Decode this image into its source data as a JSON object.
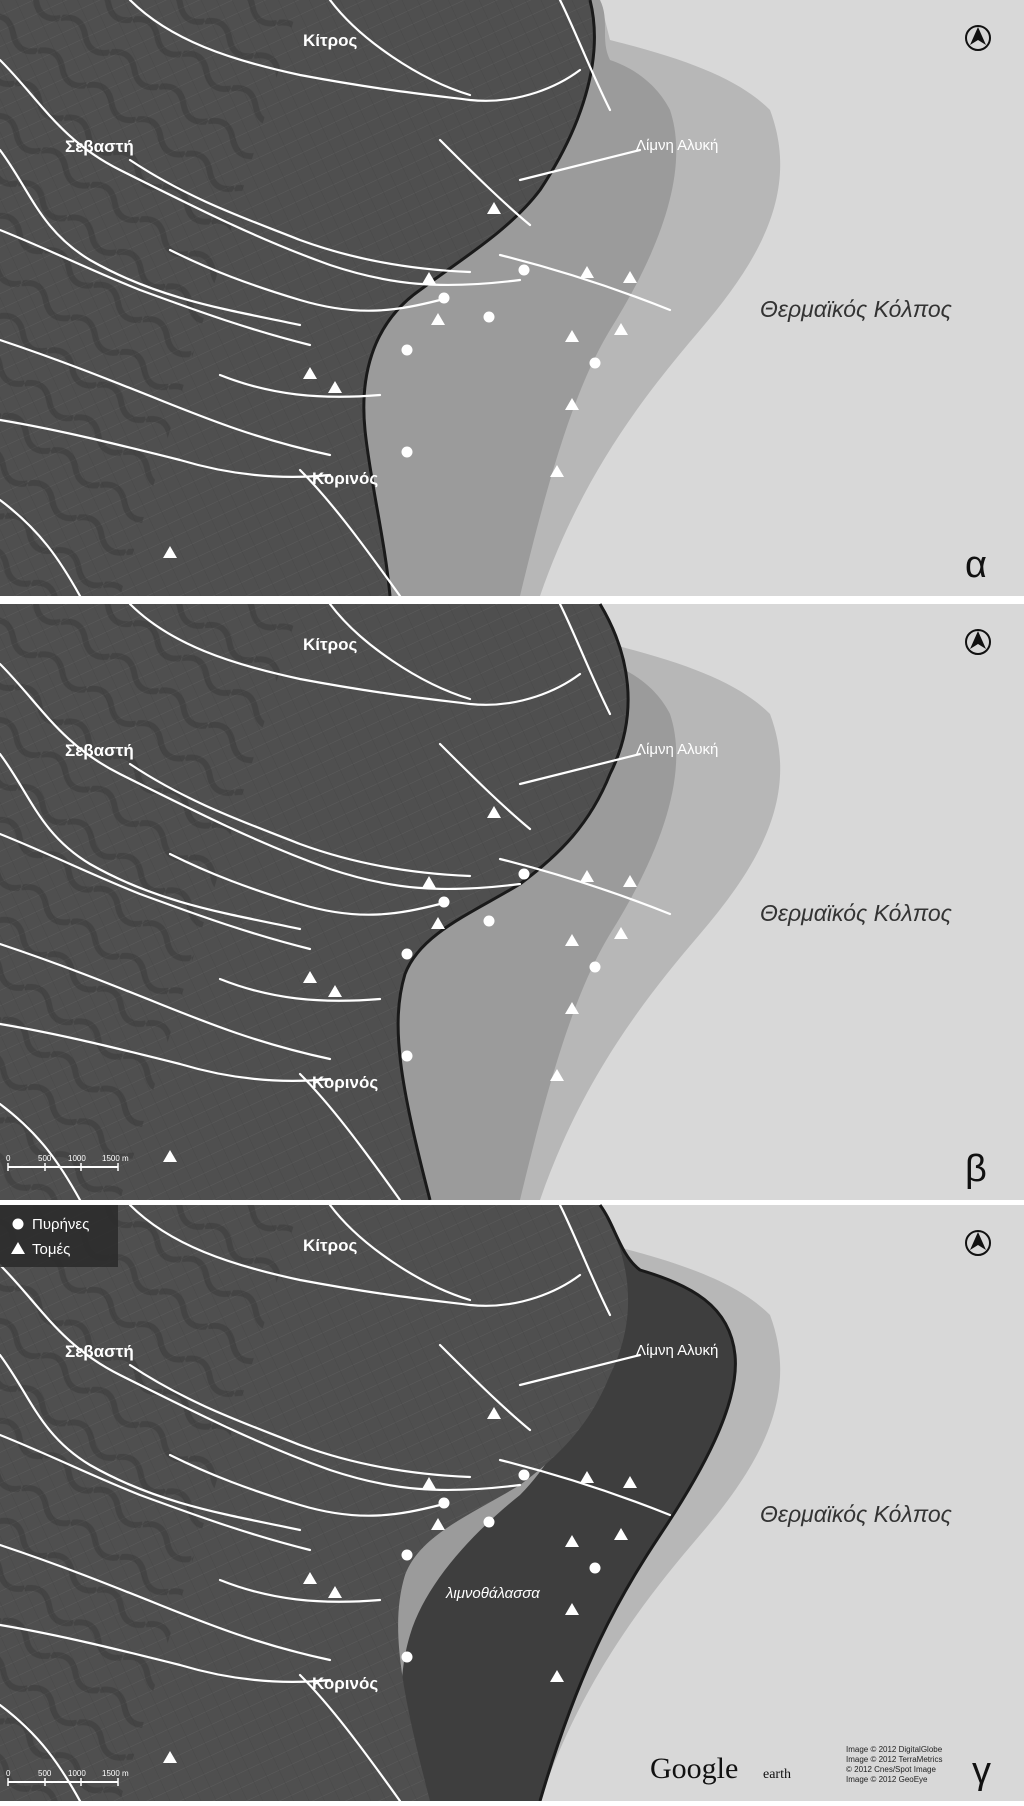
{
  "places": {
    "kitros": "Κίτρος",
    "sevasti": "Σεβαστή",
    "korinos": "Κορινός",
    "limni_alyki": "Λίμνη Αλυκή",
    "gulf": "Θερμαϊκός Κόλπος",
    "lagoon": "λιμνοθάλασσα"
  },
  "panels": [
    {
      "letter": "α"
    },
    {
      "letter": "β"
    },
    {
      "letter": "γ"
    }
  ],
  "legend": {
    "cores": "Πυρήνες",
    "sections": "Τομές"
  },
  "scale_bar": {
    "ticks": [
      "0",
      "500",
      "1000",
      "1500 m"
    ]
  },
  "credits": {
    "brand_google": "Google",
    "brand_earth": "earth",
    "lines": [
      "Image © 2012 DigitalGlobe",
      "Image © 2012 TerraMetrics",
      "© 2012 Cnes/Spot Image",
      "Image © 2012 GeoEye"
    ]
  },
  "colors": {
    "land": "#4f4f4f",
    "sea": "#d8d8d8",
    "plain": "#9b9b9b",
    "lagoon": "#3e3e3e",
    "rivers": "#ffffff"
  },
  "icons": [
    "compass-north-icon",
    "core-circle-icon",
    "section-triangle-icon"
  ]
}
